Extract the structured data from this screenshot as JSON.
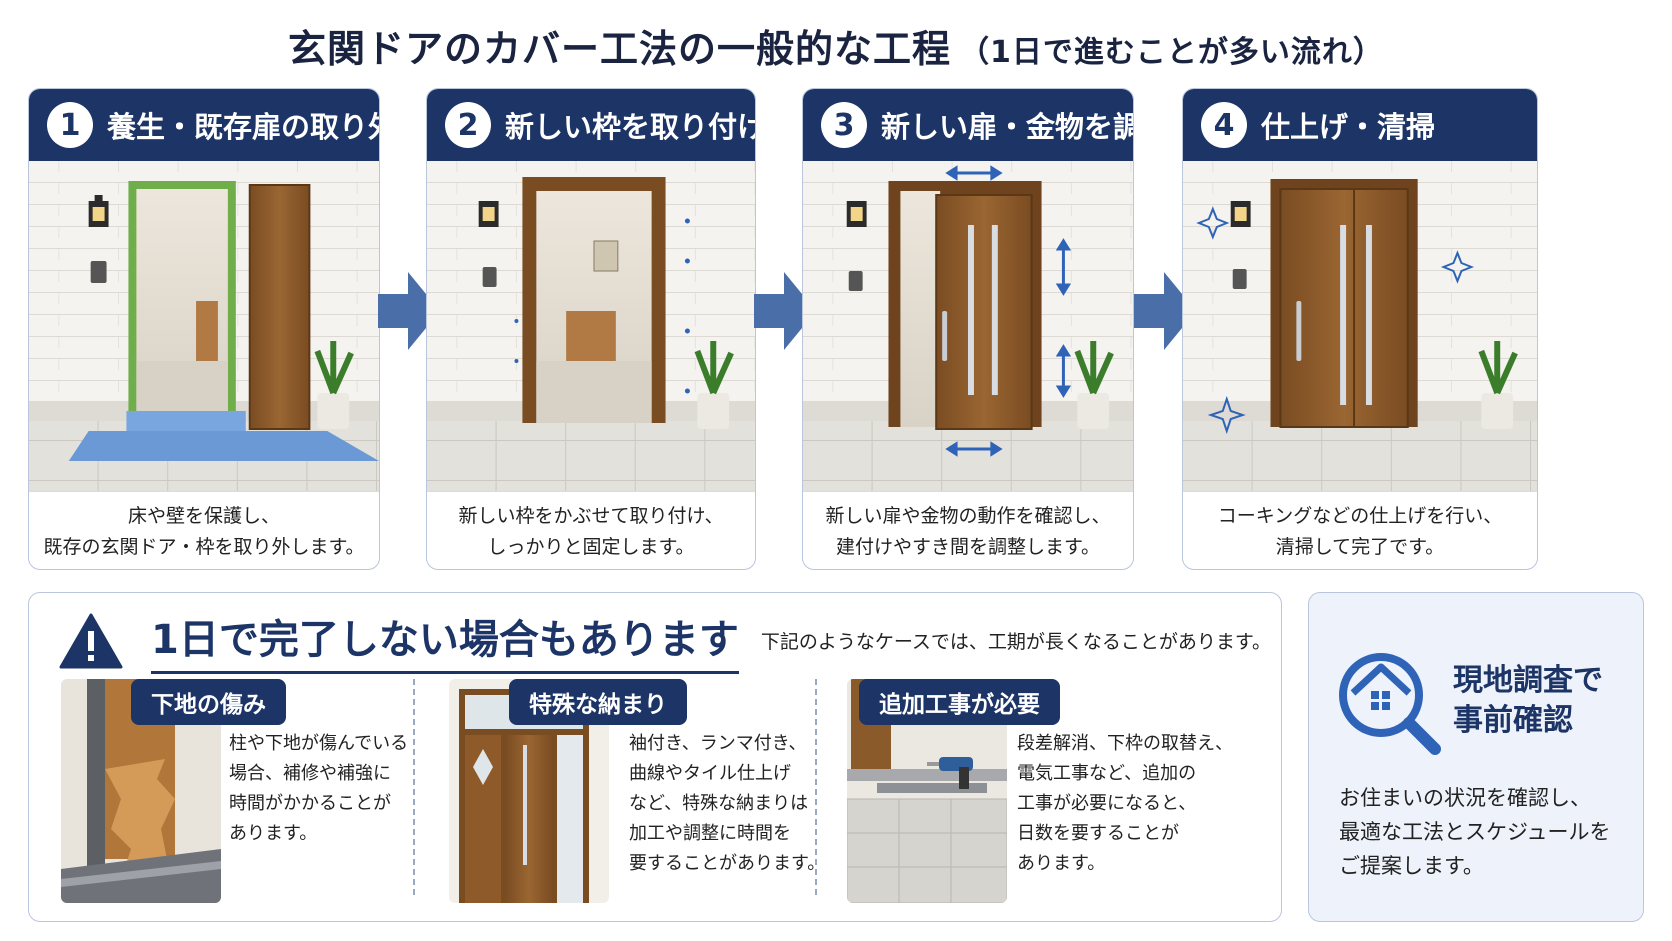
{
  "title": {
    "main": "玄関ドアのカバー工法の一般的な工程",
    "sub": "（1日で進むことが多い流れ）"
  },
  "steps": [
    {
      "num": "1",
      "title": "養生・既存扉の取り外し",
      "desc": [
        "床や壁を保護し、",
        "既存の玄関ドア・枠を取り外します。"
      ]
    },
    {
      "num": "2",
      "title": "新しい枠を取り付け",
      "desc": [
        "新しい枠をかぶせて取り付け、",
        "しっかりと固定します。"
      ]
    },
    {
      "num": "3",
      "title": "新しい扉・金物を調整",
      "desc": [
        "新しい扉や金物の動作を確認し、",
        "建付けやすき間を調整します。"
      ]
    },
    {
      "num": "4",
      "title": "仕上げ・清掃",
      "desc": [
        "コーキングなどの仕上げを行い、",
        "清掃して完了です。"
      ]
    }
  ],
  "warning": {
    "title": "1日で完了しない場合もあります",
    "note": "下記のようなケースでは、工期が長くなることがあります。",
    "cases": [
      {
        "tag": "下地の傷み",
        "text": [
          "柱や下地が傷んでいる",
          "場合、補修や補強に",
          "時間がかかることが",
          "あります。"
        ]
      },
      {
        "tag": "特殊な納まり",
        "text": [
          "袖付き、ランマ付き、",
          "曲線やタイル仕上げ",
          "など、特殊な納まりは",
          "加工や調整に時間を",
          "要することがあります。"
        ]
      },
      {
        "tag": "追加工事が必要",
        "text": [
          "段差解消、下枠の取替え、",
          "電気工事など、追加の",
          "工事が必要になると、",
          "日数を要することが",
          "あります。"
        ]
      }
    ]
  },
  "survey": {
    "title": [
      "現地調査で",
      "事前確認"
    ],
    "desc": [
      "お住まいの状況を確認し、",
      "最適な工法とスケジュールを",
      "ご提案します。"
    ]
  },
  "colors": {
    "navy": "#1c3466",
    "arrow": "#4a6fa8",
    "accent_blue": "#2f63b8",
    "wood": "#8a5a2b"
  }
}
